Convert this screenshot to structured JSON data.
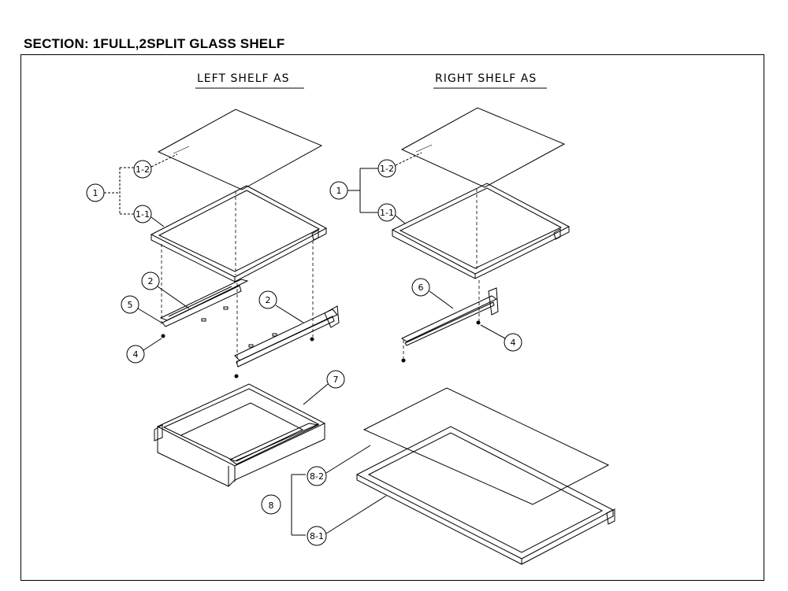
{
  "title": "SECTION: 1FULL,2SPLIT GLASS SHELF",
  "headers": {
    "left": "LEFT SHELF AS",
    "right": "RIGHT SHELF AS"
  },
  "callouts": {
    "left_glass": "1-2",
    "left_group": "1",
    "left_frame": "1-1",
    "left_rail_a": "2",
    "left_rail_b": "2",
    "left_screw_a": "5",
    "left_screw_b": "4",
    "right_glass": "1-2",
    "right_group": "1",
    "right_frame": "1-1",
    "right_rail": "6",
    "right_screw": "4",
    "drawer": "7",
    "full_glass": "8-2",
    "full_group": "8",
    "full_frame": "8-1"
  }
}
